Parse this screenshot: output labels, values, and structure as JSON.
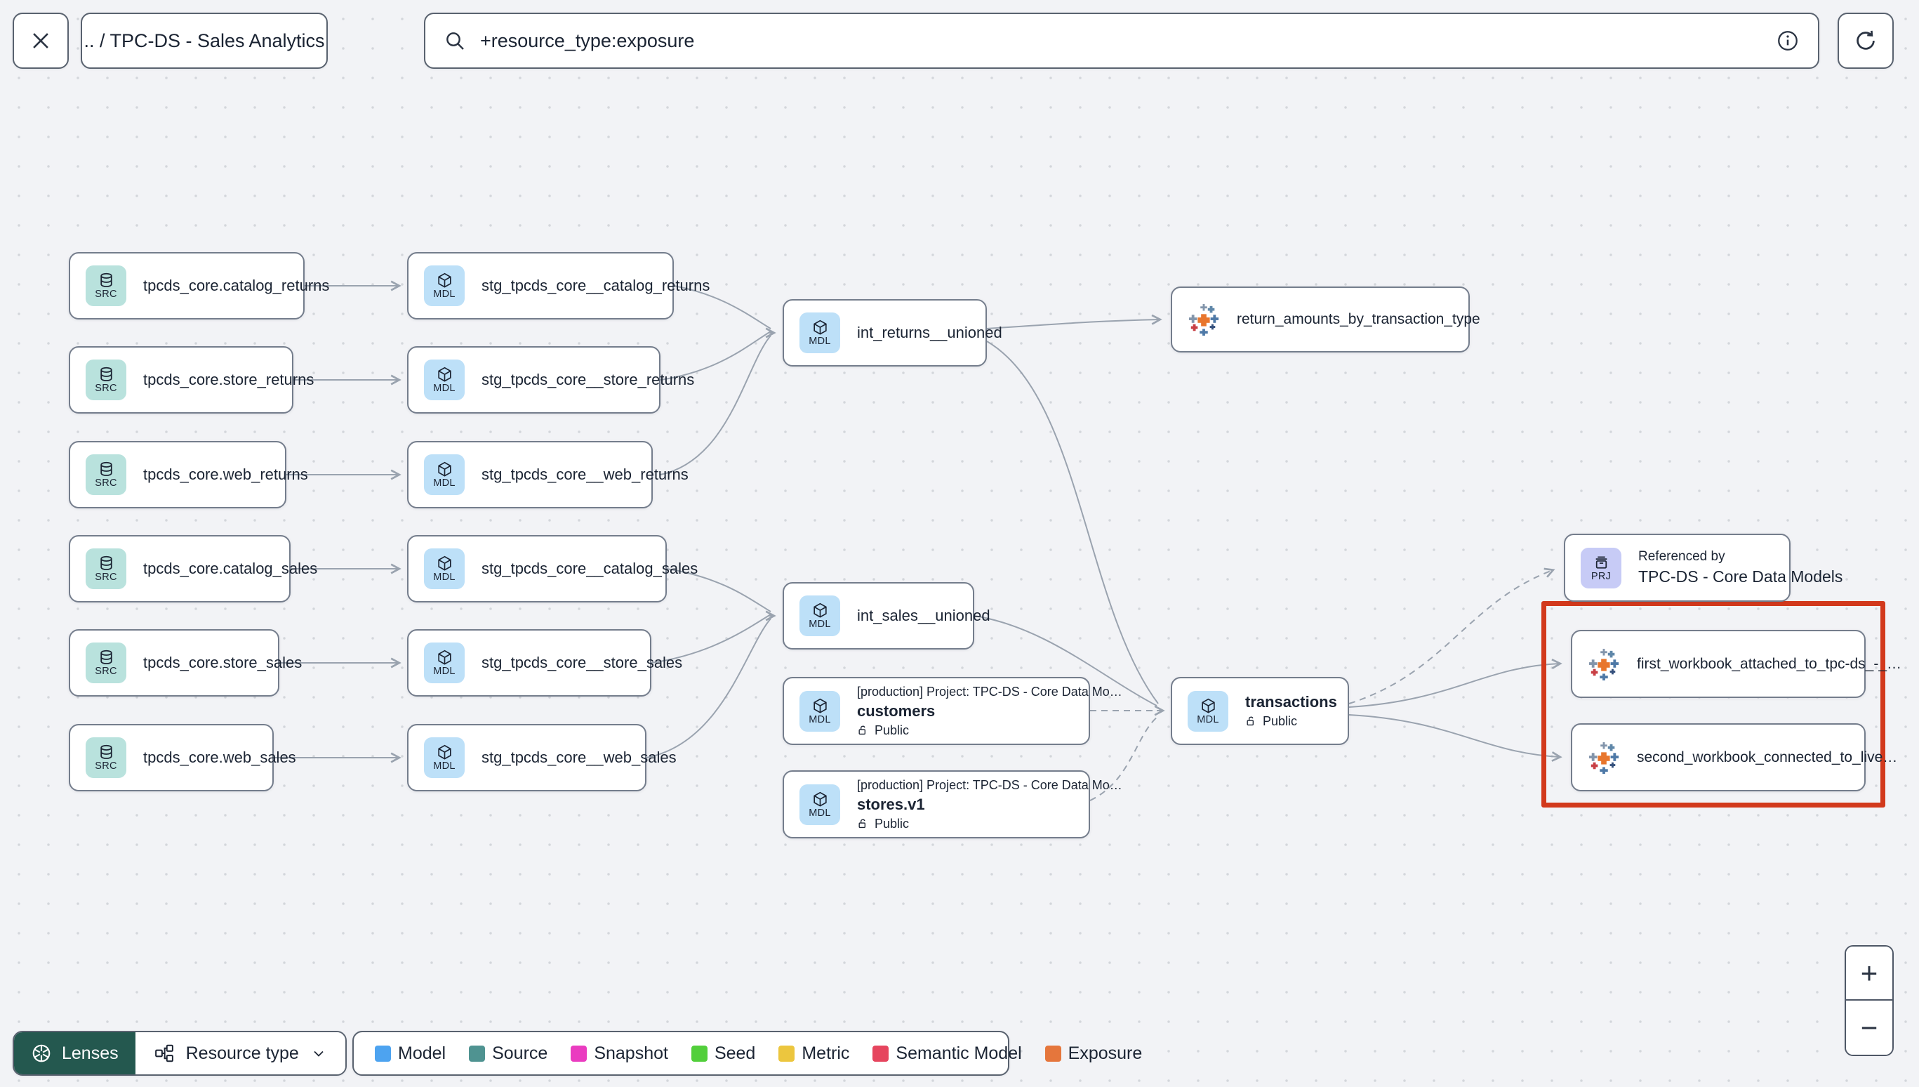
{
  "header": {
    "breadcrumb": ".. / TPC-DS - Sales Analytics",
    "search": {
      "value": "+resource_type:exposure"
    }
  },
  "graph": {
    "badges": {
      "source": "SRC",
      "model": "MDL",
      "project": "PRJ"
    },
    "sources": [
      {
        "label": "tpcds_core.catalog_returns"
      },
      {
        "label": "tpcds_core.store_returns"
      },
      {
        "label": "tpcds_core.web_returns"
      },
      {
        "label": "tpcds_core.catalog_sales"
      },
      {
        "label": "tpcds_core.store_sales"
      },
      {
        "label": "tpcds_core.web_sales"
      }
    ],
    "staging_models": [
      {
        "label": "stg_tpcds_core__catalog_returns"
      },
      {
        "label": "stg_tpcds_core__store_returns"
      },
      {
        "label": "stg_tpcds_core__web_returns"
      },
      {
        "label": "stg_tpcds_core__catalog_sales"
      },
      {
        "label": "stg_tpcds_core__store_sales"
      },
      {
        "label": "stg_tpcds_core__web_sales"
      }
    ],
    "int_models": [
      {
        "label": "int_returns__unioned"
      },
      {
        "label": "int_sales__unioned"
      }
    ],
    "public_models": [
      {
        "project": "[production] Project: TPC-DS - Core Data Mo…",
        "name": "customers",
        "access": "Public"
      },
      {
        "project": "[production] Project: TPC-DS - Core Data Mo…",
        "name": "stores.v1",
        "access": "Public"
      }
    ],
    "transactions": {
      "name": "transactions",
      "access": "Public"
    },
    "exposure_top": {
      "label": "return_amounts_by_transaction_type"
    },
    "referenced_by": {
      "title": "Referenced by",
      "project": "TPC-DS - Core Data Models"
    },
    "highlighted_exposures": [
      {
        "label": "first_workbook_attached_to_tpc-ds_-_…"
      },
      {
        "label": "second_workbook_connected_to_live…"
      }
    ]
  },
  "footer": {
    "lenses_label": "Lenses",
    "resource_type_label": "Resource type",
    "legend": [
      {
        "label": "Model",
        "color": "#4da3f0"
      },
      {
        "label": "Source",
        "color": "#4f9391"
      },
      {
        "label": "Snapshot",
        "color": "#ea3cc0"
      },
      {
        "label": "Seed",
        "color": "#52cf3b"
      },
      {
        "label": "Metric",
        "color": "#ecc63e"
      },
      {
        "label": "Semantic Model",
        "color": "#e6455e"
      },
      {
        "label": "Exposure",
        "color": "#e5763c"
      }
    ]
  },
  "zoom_controls": {
    "zoom_in_label": "+",
    "zoom_out_label": "−"
  }
}
